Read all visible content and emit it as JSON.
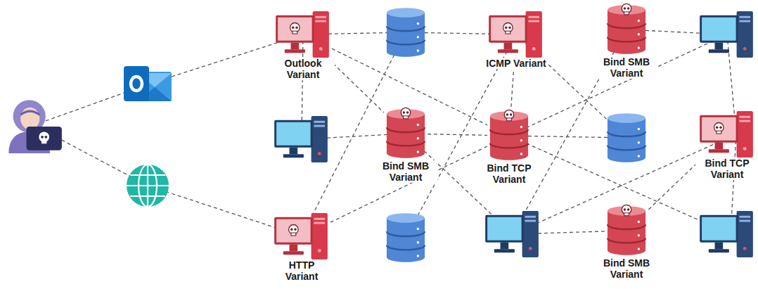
{
  "diagram": {
    "nodes": [
      {
        "text": [
          "Outlook Variant"
        ]
      },
      {
        "text": [
          "ICMP Variant"
        ]
      },
      {
        "text": [
          "Bind SMB Variant"
        ]
      },
      {
        "text": [
          "Bind SMB Variant"
        ]
      },
      {
        "text": [
          "Bind TCP Variant"
        ]
      },
      {
        "text": [
          "Bind TCP Variant"
        ]
      },
      {
        "text": [
          "HTTP Variant"
        ]
      },
      {
        "text": [
          "Bind SMB Variant"
        ]
      }
    ],
    "edges": [
      {
        "from": 0,
        "to": 3,
        "arrow": "none"
      },
      {
        "from": 0,
        "to": 4,
        "arrow": "none"
      },
      {
        "from": 1,
        "to": 4,
        "arrow": "none"
      },
      {
        "from": 3,
        "to": 4,
        "arrow": "none"
      },
      {
        "from": 4,
        "to": 6,
        "arrow": "none"
      },
      {
        "from": 5,
        "to": 7,
        "arrow": "none"
      }
    ]
  }
}
